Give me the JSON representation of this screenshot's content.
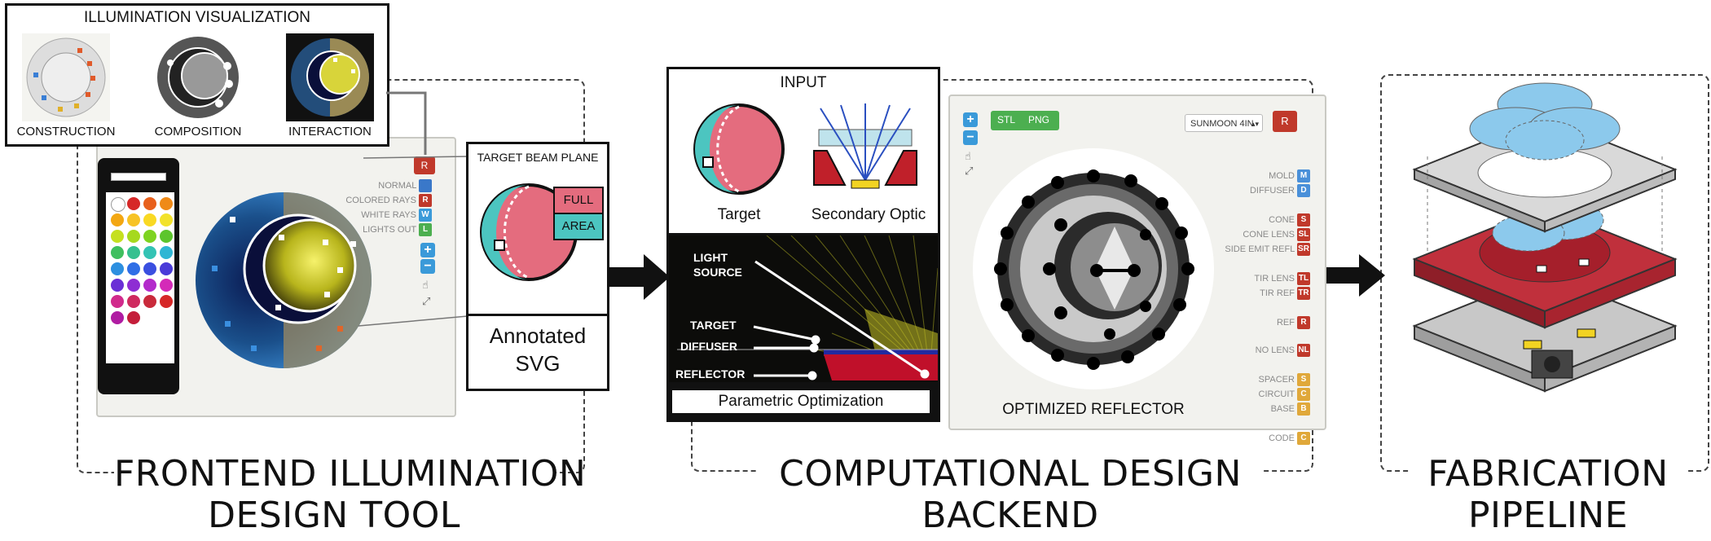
{
  "sections": {
    "frontend_title": [
      "FRONTEND ILLUMINATION",
      "DESIGN TOOL"
    ],
    "backend_title": [
      "COMPUTATIONAL DESIGN",
      "BACKEND"
    ],
    "fabrication_title": [
      "FABRICATION",
      "PIPELINE"
    ]
  },
  "visualization": {
    "title": "ILLUMINATION VISUALIZATION",
    "modes": [
      "CONSTRUCTION",
      "COMPOSITION",
      "INTERACTION"
    ]
  },
  "frontend_panel": {
    "r_button": "R",
    "toggles": [
      {
        "label": "NORMAL",
        "key": "",
        "color": "#3a78c9"
      },
      {
        "label": "COLORED RAYS",
        "key": "R",
        "color": "#c0392b"
      },
      {
        "label": "WHITE RAYS",
        "key": "W",
        "color": "#3a9ad9"
      },
      {
        "label": "LIGHTS OUT",
        "key": "L",
        "color": "#4caf50"
      }
    ],
    "zoom_in": "+",
    "zoom_out": "−",
    "palette_colors": [
      "#ffffff",
      "#d62828",
      "#e8601c",
      "#ef8a17",
      "#f3a712",
      "#f7c325",
      "#f9d923",
      "#f2e22b",
      "#c5e01f",
      "#a6d91e",
      "#7ed321",
      "#5cc52c",
      "#3fbf5f",
      "#35c08f",
      "#33c3b4",
      "#2fb6d4",
      "#2d8fe0",
      "#2f6ee6",
      "#3a4fe0",
      "#4a3bd8",
      "#6a2fd6",
      "#8e2dd3",
      "#b32bcb",
      "#d42ab8",
      "#d12a8c",
      "#cf2a5f",
      "#c92a3b",
      "#d62828",
      "#b01ca2",
      "#c41e3a"
    ]
  },
  "target_beam": {
    "title": "TARGET BEAM PLANE",
    "full": "FULL",
    "area": "AREA",
    "caption_lines": [
      "Annotated",
      "SVG"
    ]
  },
  "input_box": {
    "title": "INPUT",
    "target_label": "Target",
    "optic_label": "Secondary Optic"
  },
  "optimization": {
    "labels": [
      "LIGHT SOURCE",
      "TARGET",
      "DIFFUSER",
      "REFLECTOR"
    ],
    "light_source_lines": [
      "LIGHT",
      "SOURCE"
    ],
    "caption": "Parametric Optimization"
  },
  "backend_panel": {
    "stl": "STL",
    "png": "PNG",
    "preset": "SUNMOON 4IN",
    "r_button": "R",
    "zoom_in": "+",
    "zoom_out": "−",
    "caption": "OPTIMIZED REFLECTOR",
    "layers": [
      {
        "label": "MOLD",
        "key": "M",
        "color": "#4a90d9"
      },
      {
        "label": "DIFFUSER",
        "key": "D",
        "color": "#4a90d9"
      },
      {
        "label": "CONE",
        "key": "S",
        "color": "#c0392b"
      },
      {
        "label": "CONE LENS",
        "key": "SL",
        "color": "#c0392b"
      },
      {
        "label": "SIDE EMIT REFL",
        "key": "SR",
        "color": "#c0392b"
      },
      {
        "label": "TIR LENS",
        "key": "TL",
        "color": "#c0392b"
      },
      {
        "label": "TIR REF",
        "key": "TR",
        "color": "#c0392b"
      },
      {
        "label": "REF",
        "key": "R",
        "color": "#c0392b"
      },
      {
        "label": "NO LENS",
        "key": "NL",
        "color": "#c0392b"
      },
      {
        "label": "SPACER",
        "key": "S",
        "color": "#e0a83a"
      },
      {
        "label": "CIRCUIT",
        "key": "C",
        "color": "#e0a83a"
      },
      {
        "label": "BASE",
        "key": "B",
        "color": "#e0a83a"
      },
      {
        "label": "CODE",
        "key": "C",
        "color": "#e0a83a"
      }
    ]
  }
}
